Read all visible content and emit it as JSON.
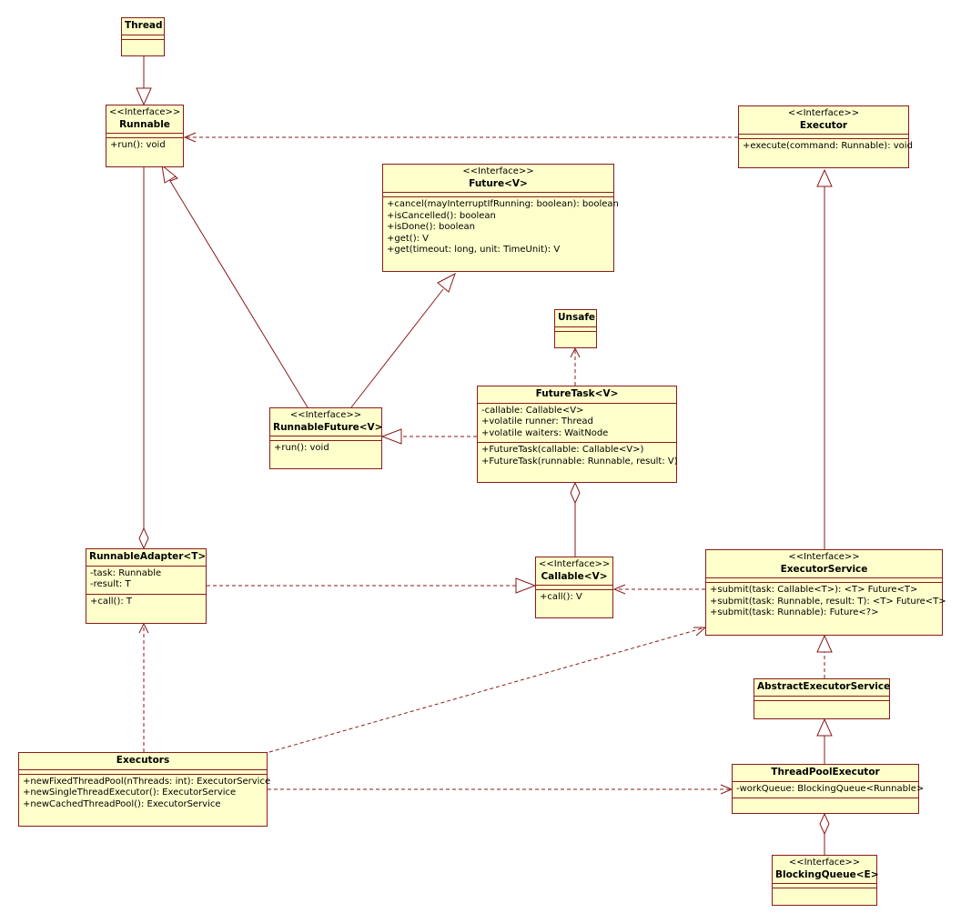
{
  "classes": {
    "thread": {
      "name": "Thread"
    },
    "runnable": {
      "stereotype": "<<Interface>>",
      "name": "Runnable",
      "methods": [
        "+run(): void"
      ]
    },
    "executor": {
      "stereotype": "<<Interface>>",
      "name": "Executor",
      "methods": [
        "+execute(command: Runnable): void"
      ]
    },
    "future": {
      "stereotype": "<<Interface>>",
      "name": "Future<V>",
      "methods": [
        "+cancel(mayInterruptIfRunning: boolean): boolean",
        "+isCancelled(): boolean",
        "+isDone(): boolean",
        "+get(): V",
        "+get(timeout: long, unit: TimeUnit): V"
      ]
    },
    "unsafe": {
      "name": "Unsafe"
    },
    "runnable_future": {
      "stereotype": "<<Interface>>",
      "name": "RunnableFuture<V>",
      "methods": [
        "+run(): void"
      ]
    },
    "future_task": {
      "name": "FutureTask<V>",
      "attributes": [
        "-callable: Callable<V>",
        "+volatile  runner: Thread",
        "+volatile waiters: WaitNode"
      ],
      "methods": [
        "+FutureTask(callable: Callable<V>)",
        "+FutureTask(runnable: Runnable, result: V)"
      ]
    },
    "runnable_adapter": {
      "name": "RunnableAdapter<T>",
      "attributes": [
        "-task: Runnable",
        "-result: T"
      ],
      "methods": [
        "+call(): T"
      ]
    },
    "callable": {
      "stereotype": "<<Interface>>",
      "name": "Callable<V>",
      "methods": [
        "+call(): V"
      ]
    },
    "executor_service": {
      "stereotype": "<<Interface>>",
      "name": "ExecutorService",
      "methods": [
        "+submit(task: Callable<T>):  <T> Future<T>",
        "+submit(task: Runnable, result: T):  <T> Future<T>",
        "+submit(task: Runnable): Future<?>"
      ]
    },
    "abstract_executor_service": {
      "name": "AbstractExecutorService"
    },
    "executors": {
      "name": "Executors",
      "methods": [
        "+newFixedThreadPool(nThreads: int): ExecutorService",
        "+newSingleThreadExecutor(): ExecutorService",
        "+newCachedThreadPool(): ExecutorService"
      ]
    },
    "thread_pool_executor": {
      "name": "ThreadPoolExecutor",
      "attributes": [
        "-workQueue: BlockingQueue<Runnable>"
      ]
    },
    "blocking_queue": {
      "stereotype": "<<Interface>>",
      "name": "BlockingQueue<E>"
    }
  },
  "colors": {
    "fill": "#ffffcc",
    "line": "#8b1a1a"
  }
}
